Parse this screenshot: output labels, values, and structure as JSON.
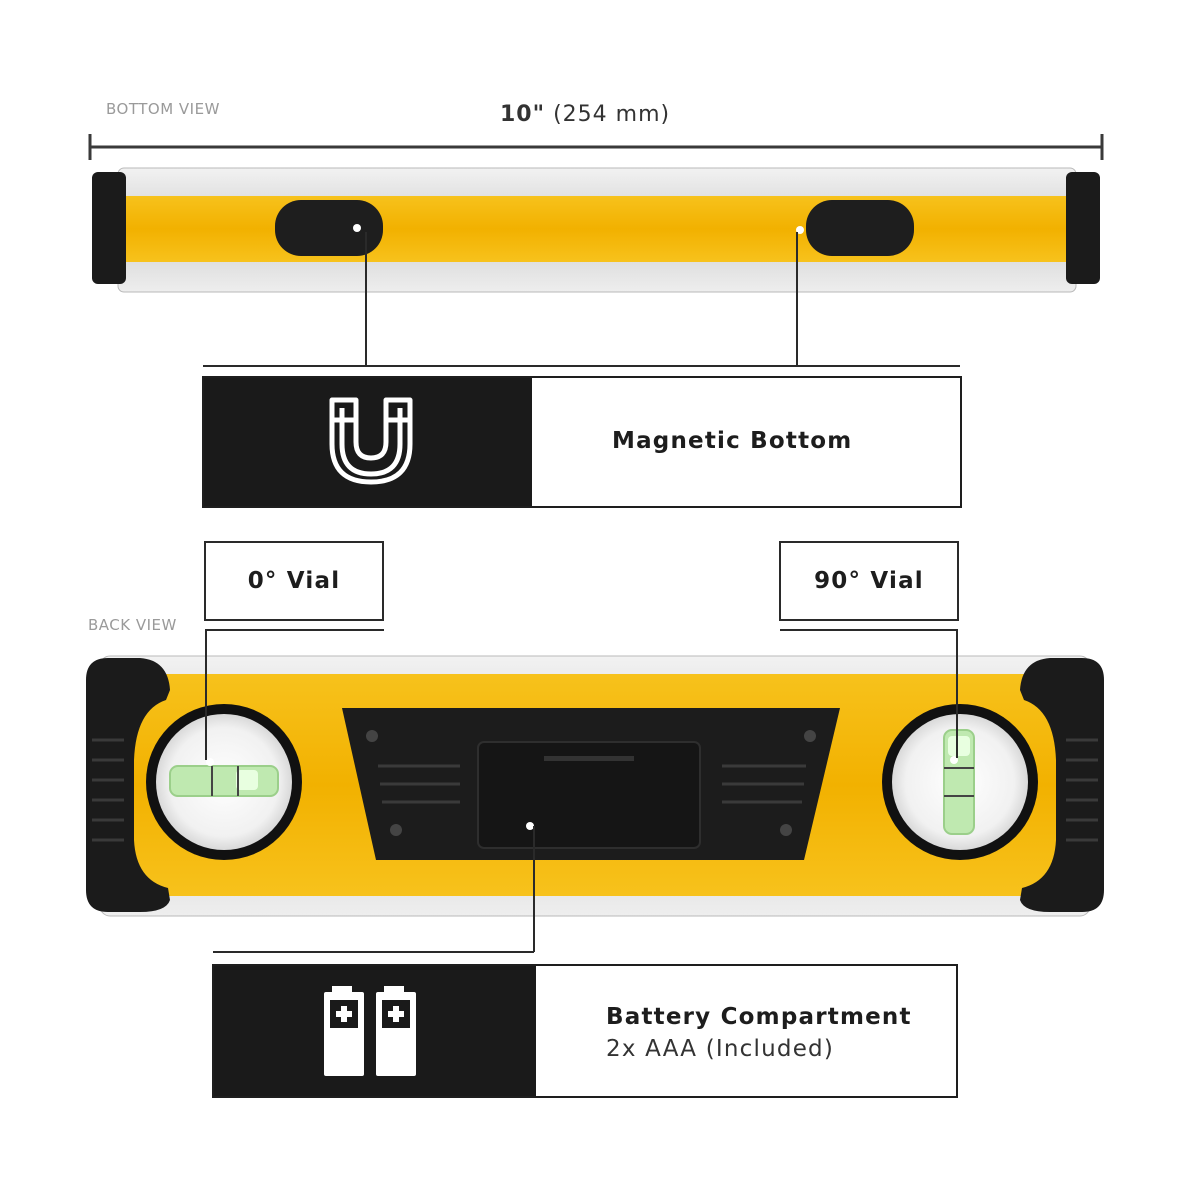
{
  "labels": {
    "bottom_view": "BOTTOM VIEW",
    "back_view": "BACK VIEW",
    "length_bold": "10\"",
    "length_metric": "(254 mm)"
  },
  "callouts": {
    "magnetic": {
      "title": "Magnetic Bottom",
      "icon": "magnet-icon"
    },
    "vial_left": {
      "title": "0° Vial"
    },
    "vial_right": {
      "title": "90° Vial"
    },
    "battery": {
      "title": "Battery Compartment",
      "subtitle": "2x AAA (Included)",
      "icon": "battery-icon"
    }
  },
  "colors": {
    "level_yellow": "#f4b400",
    "frame_silver": "#d7d7d7",
    "rubber_black": "#1b1b1b",
    "callout_dark": "#1a1a1a"
  }
}
